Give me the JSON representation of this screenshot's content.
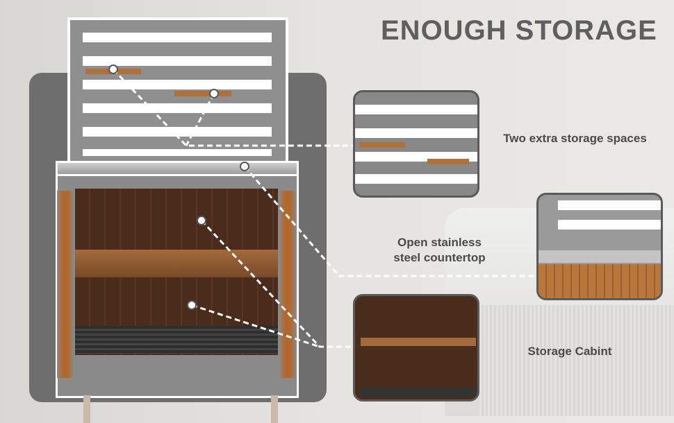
{
  "title": "ENOUGH STORAGE",
  "callouts": {
    "extra_spaces": "Two extra storage spaces",
    "countertop_line1": "Open stainless",
    "countertop_line2": "steel countertop",
    "cabinet": "Storage Cabint"
  }
}
